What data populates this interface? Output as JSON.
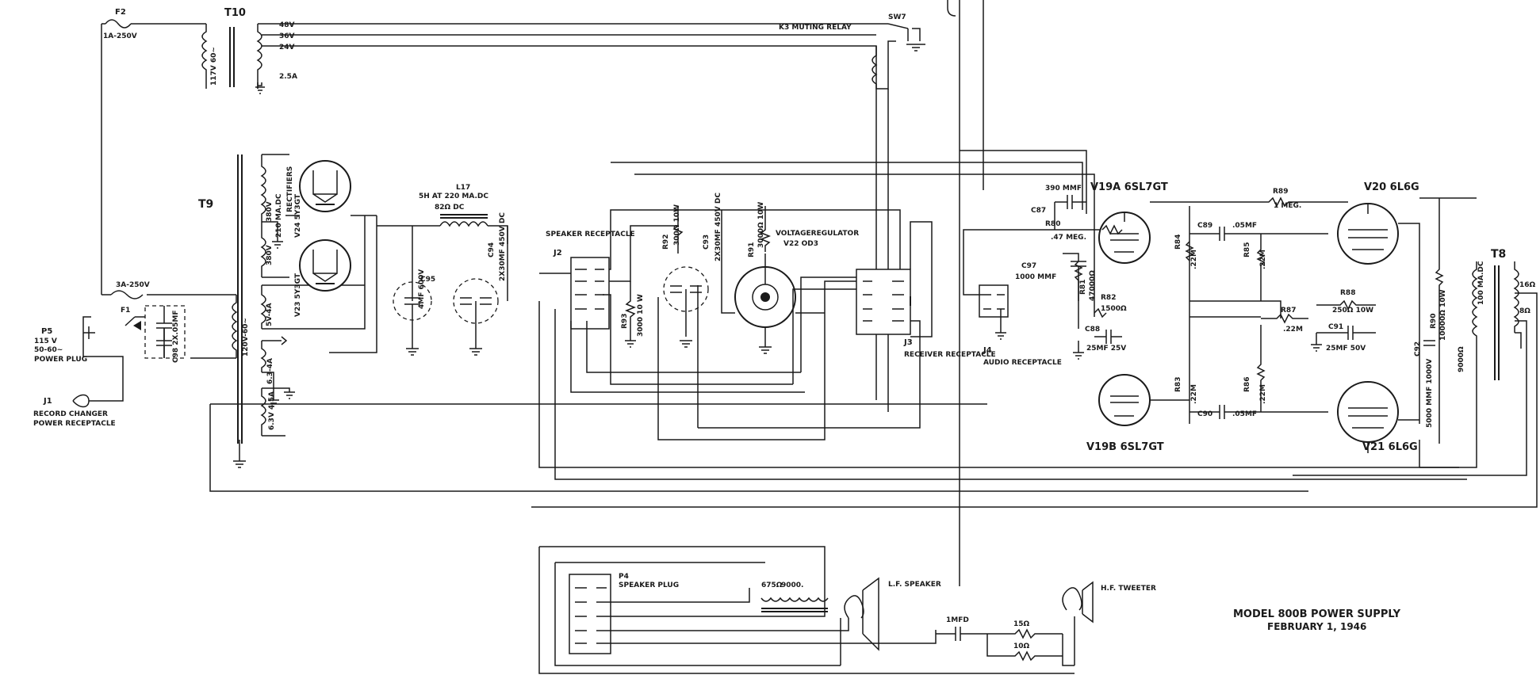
{
  "title": {
    "line1": "MODEL 800B  POWER SUPPLY",
    "line2": "FEBRUARY 1, 1946"
  },
  "labels": {
    "f2": "F2",
    "f2_rating": "1A-250V",
    "t10": "T10",
    "t10_primary": "117V 60~",
    "v48": "48V",
    "v36": "36V",
    "v24": "24V",
    "a25": "2.5A",
    "k3": "K3 MUTING RELAY",
    "sw7": "SW7",
    "t9": "T9",
    "v24_tube": "V24 5Y3GT",
    "v23_tube": "V23 5Y3GT",
    "rectifiers": "RECTIFIERS",
    "hv": "380V",
    "hv2": "380V",
    "ma": "210 MA.DC",
    "l17": "L17",
    "l17_spec": "5H AT 220 MA.DC",
    "l17_res": "82Ω DC",
    "c95": "C95",
    "c95_val": "4MF 600V",
    "c94": "C94",
    "c94_val": "2X30MF 450V DC",
    "speaker_recep": "SPEAKER RECEPTACLE",
    "j2": "J2",
    "r92": "R92",
    "r92_val": "300Ω 10W",
    "c93": "C93",
    "c93_val": "2X30MF 450V DC",
    "r91": "R91",
    "r91_val": "3000Ω 10W",
    "vr": "VOLTAGEREGULATOR",
    "v22": "V22 OD3",
    "r93": "R93",
    "r93_val": "3000 10 W",
    "j3": "J3",
    "receiver_recep": "RECEIVER RECEPTACLE",
    "j4": "J4",
    "audio_recep": "AUDIO RECEPTACLE",
    "c98_tag": "C98 2X.05MF",
    "f1": "F1",
    "f1_rating": "3A-250V",
    "p5": "P5",
    "p5_v": "115 V",
    "p5_hz": "50-60~",
    "power_plug": "POWER PLUG",
    "j1": "J1",
    "record_changer": "RECORD CHANGER",
    "power_recep": "POWER RECEPTACLE",
    "w120": "120V-60~",
    "w5v": "5V-4A",
    "w63": "6.3-4A",
    "w63b": "6.3V 4.5A",
    "c96": "390 MMF",
    "v19a": "V19A 6SL7GT",
    "v19b": "V19B 6SL7GT",
    "v20": "V20 6L6G",
    "v21": "V21 6L6G",
    "r89": "R89",
    "r89_val": "1 MEG.",
    "c87": "C87",
    "r80": "R80",
    "r80_val": ".47 MEG.",
    "c97": "C97",
    "c97_val": "1000 MMF",
    "r81": "R81",
    "r81_val": "47000Ω",
    "r82": "R82",
    "r82_val": "1500Ω",
    "c88": "C88",
    "c88_val": "25MF 25V",
    "c89": "C89",
    "c89_val": ".05MF",
    "c90": "C90",
    "c90_val": ".05MF",
    "r84": "R84",
    "r84_val": ".22M",
    "r85": "R85",
    "r85_val": ".22M",
    "r83": "R83",
    "r83_val": ".22M",
    "r86": "R86",
    "r86_val": ".22M",
    "r87": "R87",
    "r87_val": ".22M",
    "r88": "R88",
    "r88_val": "250Ω 10W",
    "c91": "C91",
    "c91_val": "25MF 50V",
    "r90": "R90",
    "r90_val": "10000Ω 10W",
    "c92": "C92",
    "c92_val": "5000 MMF 1000V",
    "t8": "T8",
    "t8_ma": "100 MA.DC",
    "t8_z": "9000Ω",
    "t8_16": "16Ω",
    "t8_8": "8Ω",
    "p4": "P4",
    "speaker_plug": "SPEAKER PLUG",
    "t675": "675Ω",
    "t9000": "9000.",
    "lf_speaker": "L.F. SPEAKER",
    "hf_tweeter": "H.F. TWEETER",
    "c_1mfd": "1MFD",
    "r15": "15Ω",
    "r10": "10Ω"
  }
}
